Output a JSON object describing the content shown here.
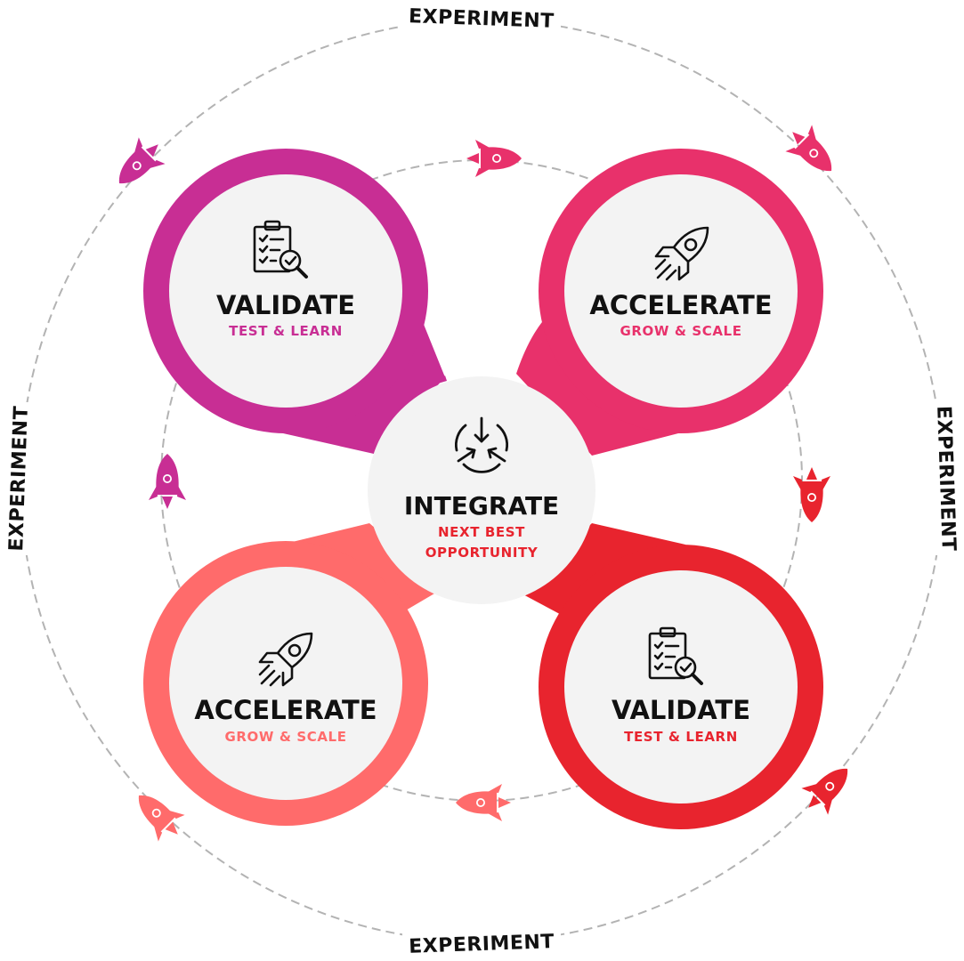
{
  "ring_labels": {
    "top": "EXPERIMENT",
    "bottom": "EXPERIMENT",
    "left": "EXPERIMENT",
    "right": "EXPERIMENT"
  },
  "petals": {
    "top_left": {
      "title": "VALIDATE",
      "subtitle": "TEST & LEARN",
      "icon": "clipboard-search-icon",
      "color": "#C82E94"
    },
    "top_right": {
      "title": "ACCELERATE",
      "subtitle": "GROW & SCALE",
      "icon": "rocket-icon",
      "color": "#E8316B"
    },
    "bottom_left": {
      "title": "ACCELERATE",
      "subtitle": "GROW & SCALE",
      "icon": "rocket-icon",
      "color": "#FF6B6B"
    },
    "bottom_right": {
      "title": "VALIDATE",
      "subtitle": "TEST & LEARN",
      "icon": "clipboard-search-icon",
      "color": "#E8242E"
    }
  },
  "center": {
    "title": "INTEGRATE",
    "subtitle_line1": "NEXT BEST",
    "subtitle_line2": "OPPORTUNITY",
    "icon": "converge-arrows-icon",
    "subtitle_color": "#E8242E"
  },
  "colors": {
    "ring": "#B3B3B3",
    "inner_circle": "#F3F3F3",
    "text": "#111111"
  }
}
